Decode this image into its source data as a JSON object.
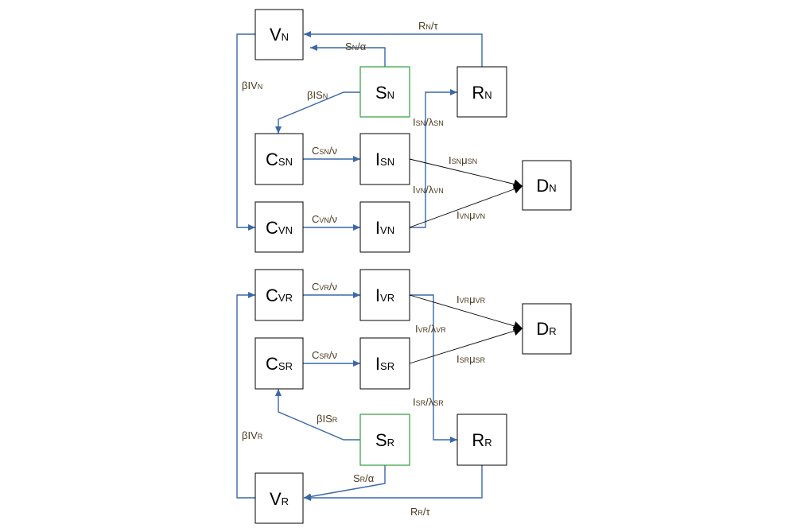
{
  "colors": {
    "edge_blue": "#3a68a8",
    "node_green": "#2e9e3e",
    "edge_black": "#000000",
    "label_brown": "#4a3a1f"
  },
  "nodes": {
    "vn": {
      "main": "V",
      "sub": "N"
    },
    "sn": {
      "main": "S",
      "sub": "N"
    },
    "rn": {
      "main": "R",
      "sub": "N"
    },
    "csn": {
      "main": "C",
      "sub": "SN"
    },
    "isn": {
      "main": "I",
      "sub": "SN"
    },
    "cvn": {
      "main": "C",
      "sub": "VN"
    },
    "ivn": {
      "main": "I",
      "sub": "VN"
    },
    "dn": {
      "main": "D",
      "sub": "N"
    },
    "cvr": {
      "main": "C",
      "sub": "VR"
    },
    "ivr": {
      "main": "I",
      "sub": "VR"
    },
    "dr": {
      "main": "D",
      "sub": "R"
    },
    "csr": {
      "main": "C",
      "sub": "SR"
    },
    "isr": {
      "main": "I",
      "sub": "SR"
    },
    "sr": {
      "main": "S",
      "sub": "R"
    },
    "rr": {
      "main": "R",
      "sub": "R"
    },
    "vr": {
      "main": "V",
      "sub": "R"
    }
  },
  "edge_labels": {
    "rn_tau": {
      "a": "R",
      "b": "N",
      "c": "/τ"
    },
    "sn_alpha": {
      "a": "S",
      "b": "N",
      "c": "/α"
    },
    "beta_ivn": {
      "a": "βIV",
      "b": "N",
      "c": ""
    },
    "beta_isn": {
      "a": "βIS",
      "b": "N",
      "c": ""
    },
    "csn_nu": {
      "a": "C",
      "b": "SN",
      "c": "/ν"
    },
    "isn_lambda": {
      "a": "I",
      "b": "SN",
      "c": "/λ",
      "d": "SN"
    },
    "isn_mu": {
      "a": "I",
      "b": "SN",
      "c": "μ",
      "d": "SN"
    },
    "ivn_lambda": {
      "a": "I",
      "b": "VN",
      "c": "/λ",
      "d": "VN"
    },
    "cvn_nu": {
      "a": "C",
      "b": "VN",
      "c": "/ν"
    },
    "ivn_mu": {
      "a": "I",
      "b": "VN",
      "c": "μ",
      "d": "VN"
    },
    "cvr_nu": {
      "a": "C",
      "b": "VR",
      "c": "/ν"
    },
    "ivr_mu": {
      "a": "I",
      "b": "VR",
      "c": "μ",
      "d": "VR"
    },
    "ivr_lambda": {
      "a": "I",
      "b": "VR",
      "c": "/λ",
      "d": "VR"
    },
    "csr_nu": {
      "a": "C",
      "b": "SR",
      "c": "/ν"
    },
    "isr_mu": {
      "a": "I",
      "b": "SR",
      "c": "μ",
      "d": "SR"
    },
    "isr_lambda": {
      "a": "I",
      "b": "SR",
      "c": "/λ",
      "d": "SR"
    },
    "beta_isr": {
      "a": "βIS",
      "b": "R",
      "c": ""
    },
    "beta_ivr": {
      "a": "βIV",
      "b": "R",
      "c": ""
    },
    "sr_alpha": {
      "a": "S",
      "b": "R",
      "c": "/α"
    },
    "rr_tau": {
      "a": "R",
      "b": "R",
      "c": "/τ"
    }
  }
}
